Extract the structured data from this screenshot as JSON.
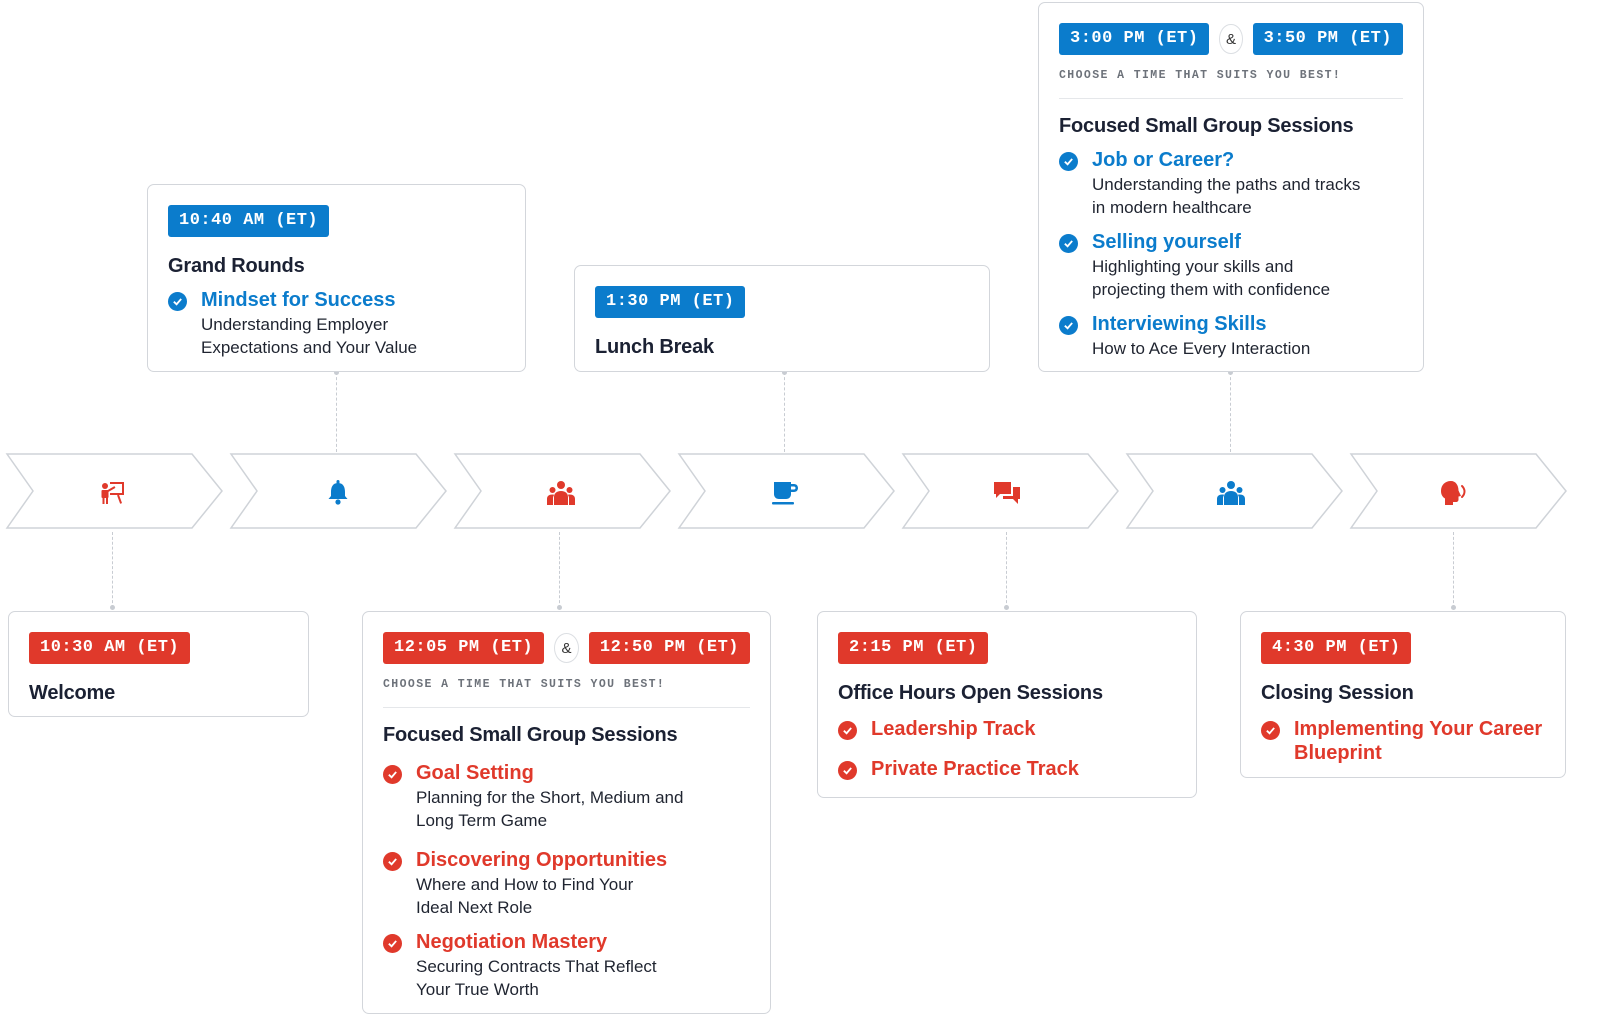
{
  "colors": {
    "red": "#e0392b",
    "blue": "#0b7ccc",
    "dark": "#1b2133",
    "border": "#d3d6db"
  },
  "steps": [
    {
      "icon": "presenter-icon",
      "color": "red"
    },
    {
      "icon": "bell-icon",
      "color": "blue"
    },
    {
      "icon": "group-icon",
      "color": "red"
    },
    {
      "icon": "coffee-cup-icon",
      "color": "blue"
    },
    {
      "icon": "chat-bubbles-icon",
      "color": "red"
    },
    {
      "icon": "group-icon",
      "color": "blue"
    },
    {
      "icon": "speaking-head-icon",
      "color": "red"
    }
  ],
  "welcome": {
    "time": "10:30 AM (ET)",
    "title": "Welcome"
  },
  "grand_rounds": {
    "time": "10:40 AM (ET)",
    "title": "Grand Rounds",
    "items": [
      {
        "title": "Mindset for Success",
        "desc_1": "Understanding Employer",
        "desc_2": "Expectations and Your Value"
      }
    ]
  },
  "small_group_1": {
    "time_a": "12:05 PM (ET)",
    "amp": "&",
    "time_b": "12:50 PM (ET)",
    "choose": "CHOOSE A TIME THAT SUITS YOU BEST!",
    "title": "Focused Small Group Sessions",
    "items": [
      {
        "title": "Goal Setting",
        "desc_1": "Planning for the Short, Medium and",
        "desc_2": "Long Term Game"
      },
      {
        "title": "Discovering Opportunities",
        "desc_1": "Where and How to Find Your",
        "desc_2": "Ideal Next Role"
      },
      {
        "title": "Negotiation Mastery",
        "desc_1": "Securing Contracts That Reflect",
        "desc_2": "Your True Worth"
      }
    ]
  },
  "lunch": {
    "time": "1:30 PM (ET)",
    "title": "Lunch Break"
  },
  "office_hours": {
    "time": "2:15 PM (ET)",
    "title": "Office Hours Open Sessions",
    "items": [
      {
        "title": "Leadership Track"
      },
      {
        "title": "Private Practice Track"
      }
    ]
  },
  "small_group_2": {
    "time_a": "3:00 PM (ET)",
    "amp": "&",
    "time_b": "3:50 PM (ET)",
    "choose": "CHOOSE A TIME THAT SUITS YOU BEST!",
    "title": "Focused Small Group Sessions",
    "items": [
      {
        "title": "Job or Career?",
        "desc_1": "Understanding the paths and tracks",
        "desc_2": "in modern healthcare"
      },
      {
        "title": "Selling yourself",
        "desc_1": "Highlighting your skills and",
        "desc_2": "projecting them with confidence"
      },
      {
        "title": "Interviewing Skills",
        "desc_1": "How to Ace Every Interaction"
      }
    ]
  },
  "closing": {
    "time": "4:30 PM (ET)",
    "title": "Closing Session",
    "items": [
      {
        "title_1": "Implementing Your Career",
        "title_2": "Blueprint"
      }
    ]
  }
}
